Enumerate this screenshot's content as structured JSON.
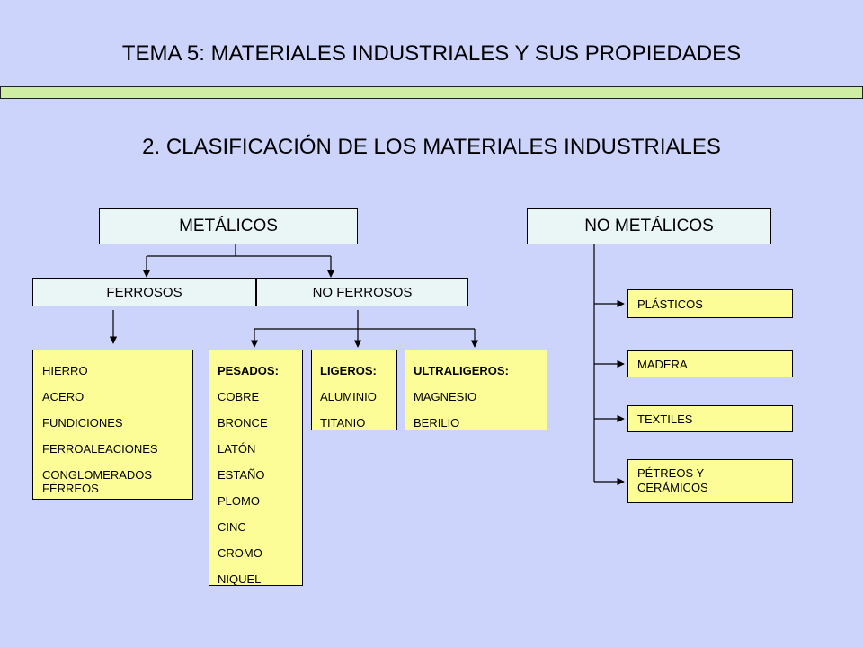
{
  "title": "TEMA 5: MATERIALES INDUSTRIALES Y SUS PROPIEDADES",
  "subtitle": "2. CLASIFICACIÓN DE LOS MATERIALES INDUSTRIALES",
  "metalicos": {
    "label": "METÁLICOS",
    "ferrosos": {
      "label": "FERROSOS",
      "items": [
        "HIERRO",
        "ACERO",
        "FUNDICIONES",
        "FERROALEACIONES",
        "CONGLOMERADOS FÉRREOS"
      ]
    },
    "no_ferrosos": {
      "label": "NO FERROSOS",
      "pesados": {
        "head": "PESADOS:",
        "items": [
          "COBRE",
          "BRONCE",
          "LATÓN",
          "ESTAÑO",
          "PLOMO",
          "CINC",
          "CROMO",
          "NIQUEL"
        ]
      },
      "ligeros": {
        "head": "LIGEROS:",
        "items": [
          "ALUMINIO",
          "TITANIO"
        ]
      },
      "ultraligeros": {
        "head": "ULTRALIGEROS:",
        "items": [
          "MAGNESIO",
          "BERILIO"
        ]
      }
    }
  },
  "no_metalicos": {
    "label": "NO METÁLICOS",
    "items": [
      "PLÁSTICOS",
      "MADERA",
      "TEXTILES",
      "PÉTREOS Y CERÁMICOS"
    ]
  },
  "colors": {
    "background": "#ccd4fc",
    "bar": "#cfeea3",
    "category_box": "#eaf6f6",
    "leaf_box": "#fdfd97"
  }
}
